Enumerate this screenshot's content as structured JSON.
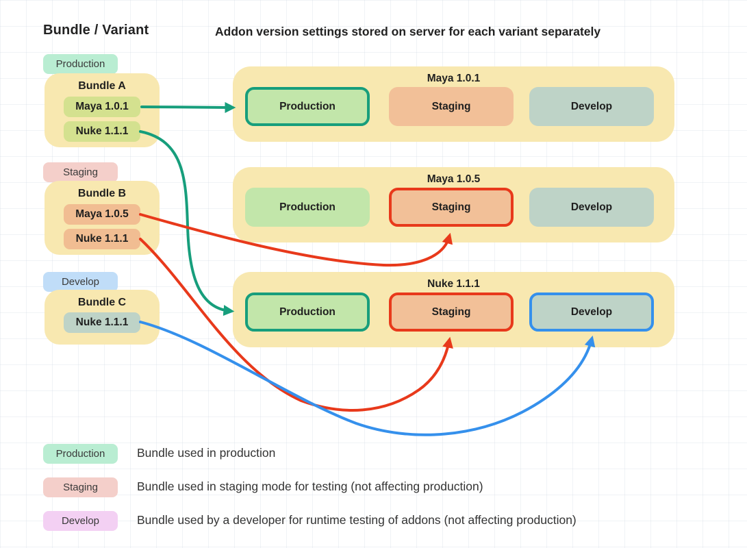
{
  "header": {
    "left_title": "Bundle / Variant",
    "main_title": "Addon version settings stored on server for each variant separately"
  },
  "bundles": [
    {
      "tag": "Production",
      "name": "Bundle A",
      "items": [
        "Maya 1.0.1",
        "Nuke 1.1.1"
      ]
    },
    {
      "tag": "Staging",
      "name": "Bundle B",
      "items": [
        "Maya 1.0.5",
        "Nuke 1.1.1"
      ]
    },
    {
      "tag": "Develop",
      "name": "Bundle C",
      "items": [
        "Nuke 1.1.1"
      ]
    }
  ],
  "variants": [
    {
      "title": "Maya 1.0.1",
      "slots": [
        {
          "label": "Production",
          "highlighted": true,
          "highlight_color": "#179e7c"
        },
        {
          "label": "Staging",
          "highlighted": false,
          "highlight_color": null
        },
        {
          "label": "Develop",
          "highlighted": false,
          "highlight_color": null
        }
      ]
    },
    {
      "title": "Maya 1.0.5",
      "slots": [
        {
          "label": "Production",
          "highlighted": false,
          "highlight_color": null
        },
        {
          "label": "Staging",
          "highlighted": true,
          "highlight_color": "#e8391b"
        },
        {
          "label": "Develop",
          "highlighted": false,
          "highlight_color": null
        }
      ]
    },
    {
      "title": "Nuke 1.1.1",
      "slots": [
        {
          "label": "Production",
          "highlighted": true,
          "highlight_color": "#179e7c"
        },
        {
          "label": "Staging",
          "highlighted": true,
          "highlight_color": "#e8391b"
        },
        {
          "label": "Develop",
          "highlighted": true,
          "highlight_color": "#3590ec"
        }
      ]
    }
  ],
  "connections": [
    {
      "from": "Bundle A / Maya 1.0.1",
      "to": "Maya 1.0.1 / Production",
      "color": "#179e7c"
    },
    {
      "from": "Bundle A / Nuke 1.1.1",
      "to": "Nuke 1.1.1 / Production",
      "color": "#179e7c"
    },
    {
      "from": "Bundle B / Maya 1.0.5",
      "to": "Maya 1.0.5 / Staging",
      "color": "#e8391b"
    },
    {
      "from": "Bundle B / Nuke 1.1.1",
      "to": "Nuke 1.1.1 / Staging",
      "color": "#e8391b"
    },
    {
      "from": "Bundle C / Nuke 1.1.1",
      "to": "Nuke 1.1.1 / Develop",
      "color": "#3590ec"
    }
  ],
  "legend": [
    {
      "tag": "Production",
      "description": "Bundle used in production"
    },
    {
      "tag": "Staging",
      "description": "Bundle used in staging mode for testing (not affecting production)"
    },
    {
      "tag": "Develop",
      "description": "Bundle used by a developer for runtime testing of addons (not affecting production)"
    }
  ],
  "colors": {
    "container_yellow": "#f8e8b0",
    "production_green": "#c2e6aa",
    "staging_orange": "#f2c098",
    "develop_sage": "#bed3c7",
    "bundle_a_item_green": "#d4e18f",
    "arrow_teal": "#179e7c",
    "arrow_red": "#e8391b",
    "arrow_blue": "#3590ec",
    "tag_production_mint": "#b9edd2",
    "tag_staging_rose": "#f4cfca",
    "tag_develop_blue": "#c0ddf8",
    "legend_develop_purple": "#f3d0f3"
  }
}
